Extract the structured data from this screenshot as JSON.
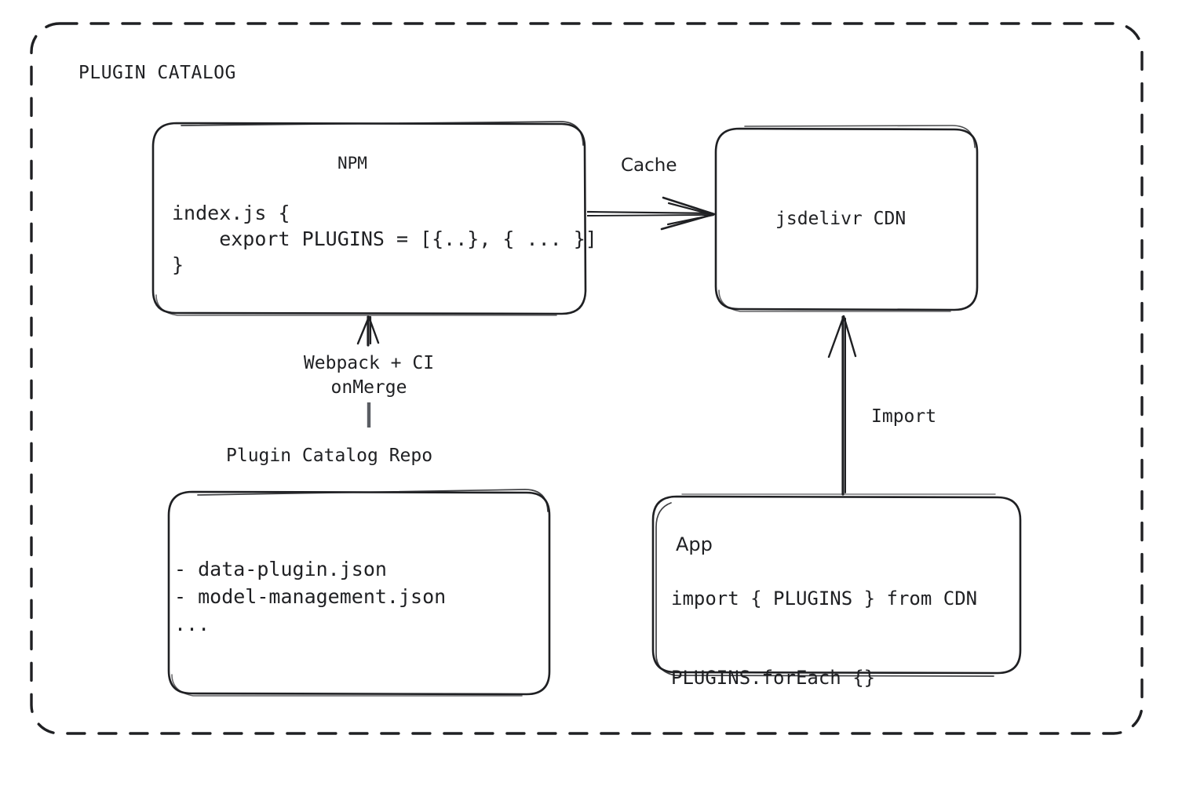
{
  "diagram": {
    "title": "PLUGIN CATALOG",
    "border_style": "dashed",
    "stroke_color": "#1f2023",
    "background": "#ffffff"
  },
  "nodes": {
    "npm": {
      "title": "NPM",
      "code": "index.js {\n    export PLUGINS = [{..}, { ... }]\n}"
    },
    "cdn": {
      "title": "jsdelivr CDN"
    },
    "repo": {
      "title": "Plugin Catalog Repo",
      "items": "- data-plugin.json\n- model-management.json\n..."
    },
    "app": {
      "title": "App",
      "code": "import { PLUGINS } from CDN\n\nPLUGINS.forEach {}"
    }
  },
  "edges": {
    "cache": {
      "label": "Cache",
      "from": "npm",
      "to": "cdn",
      "direction": "right"
    },
    "build": {
      "label": "Webpack + CI\nonMerge",
      "from": "repo",
      "to": "npm",
      "direction": "up"
    },
    "import": {
      "label": "Import",
      "from": "app",
      "to": "cdn",
      "direction": "up"
    }
  }
}
